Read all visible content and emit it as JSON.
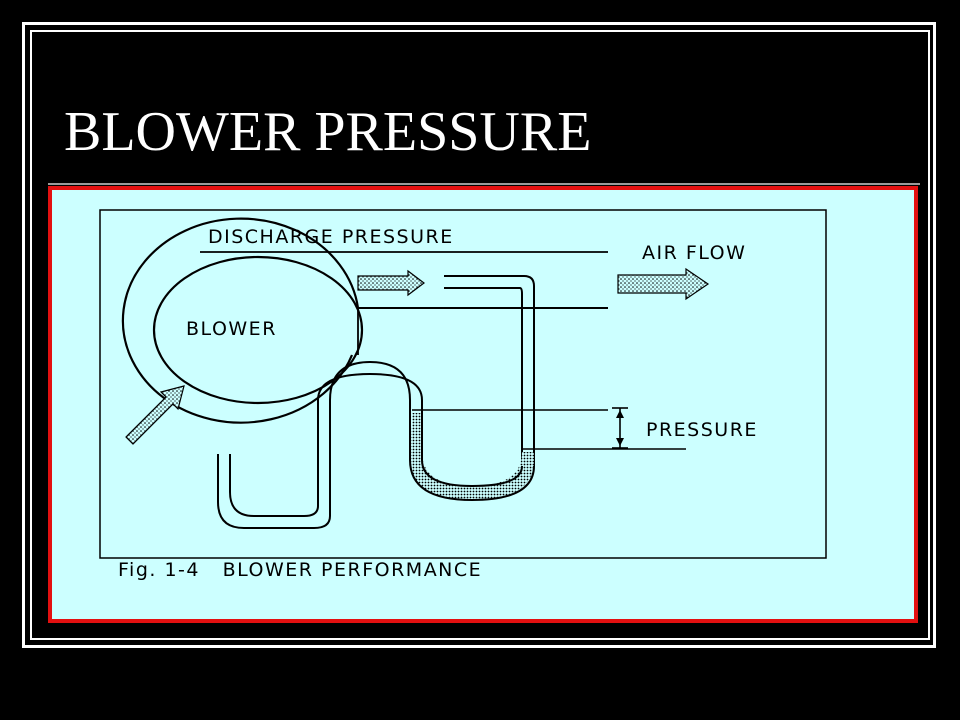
{
  "slide": {
    "title": "BLOWER PRESSURE"
  },
  "figure": {
    "labels": {
      "discharge_pressure": "DISCHARGE PRESSURE",
      "air_flow": "AIR FLOW",
      "blower": "BLOWER",
      "pressure": "PRESSURE"
    },
    "caption": "Fig. 1-4   BLOWER PERFORMANCE"
  },
  "colors": {
    "background": "#000000",
    "panel_fill": "#ccffff",
    "panel_border": "#e31010",
    "title_text": "#ffffff"
  }
}
